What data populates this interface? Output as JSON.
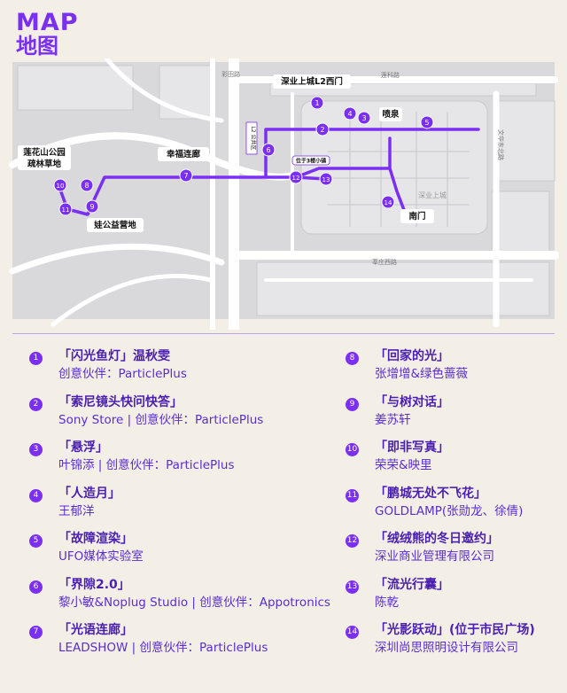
{
  "header": {
    "title_en": "MAP",
    "title_zh": "地图"
  },
  "map": {
    "streets": [
      "彩田路",
      "莲科路",
      "文华东北路",
      "莘庄西路"
    ],
    "building_label": "深业上城",
    "place_labels": {
      "gate_west": "深业上城L2西门",
      "fountain": "喷泉",
      "corridor": "幸福连廊",
      "park": "莲花山公园\n疏林草地",
      "camp": "娃公益营地",
      "south_gate": "南门",
      "l2_plaza": "L2 公共区",
      "small_town": "位于3楼小镇"
    },
    "markers": [
      "1",
      "2",
      "3",
      "4",
      "5",
      "6",
      "7",
      "8",
      "9",
      "10",
      "11",
      "12",
      "13",
      "14"
    ]
  },
  "legend": [
    {
      "num": "1",
      "title": "「闪光鱼灯」温秋雯",
      "sub": "创意伙伴：ParticlePlus"
    },
    {
      "num": "2",
      "title": "「索尼镜头快问快答」",
      "sub": "Sony Store | 创意伙伴：ParticlePlus"
    },
    {
      "num": "3",
      "title": "「悬浮」",
      "sub": "叶锦添 | 创意伙伴：ParticlePlus"
    },
    {
      "num": "4",
      "title": "「人造月」",
      "sub": "王郁洋"
    },
    {
      "num": "5",
      "title": "「故障渲染」",
      "sub": "UFO媒体实验室"
    },
    {
      "num": "6",
      "title": "「界隙2.0」",
      "sub": "黎小敏&Noplug Studio | 创意伙伴：Appotronics"
    },
    {
      "num": "7",
      "title": "「光语连廊」",
      "sub": "LEADSHOW | 创意伙伴：ParticlePlus"
    },
    {
      "num": "8",
      "title": "「回家的光」",
      "sub": "张增增&绿色蔷薇"
    },
    {
      "num": "9",
      "title": "「与树对话」",
      "sub": "姜苏轩"
    },
    {
      "num": "10",
      "title": "「即非写真」",
      "sub": "荣荣&映里"
    },
    {
      "num": "11",
      "title": "「鹏城无处不飞花」",
      "sub": "GOLDLAMP(张勋龙、徐倩)"
    },
    {
      "num": "12",
      "title": "「绒绒熊的冬日邀约」",
      "sub": "深业商业管理有限公司"
    },
    {
      "num": "13",
      "title": "「流光行囊」",
      "sub": "陈乾"
    },
    {
      "num": "14",
      "title": "「光影跃动」(位于市民广场)",
      "sub": "深圳尚思照明设计有限公司"
    }
  ],
  "colors": {
    "accent": "#7b2ff2",
    "map_bg": "#d9d9dc",
    "road": "#ffffff",
    "label_bg": "#ffffff"
  }
}
